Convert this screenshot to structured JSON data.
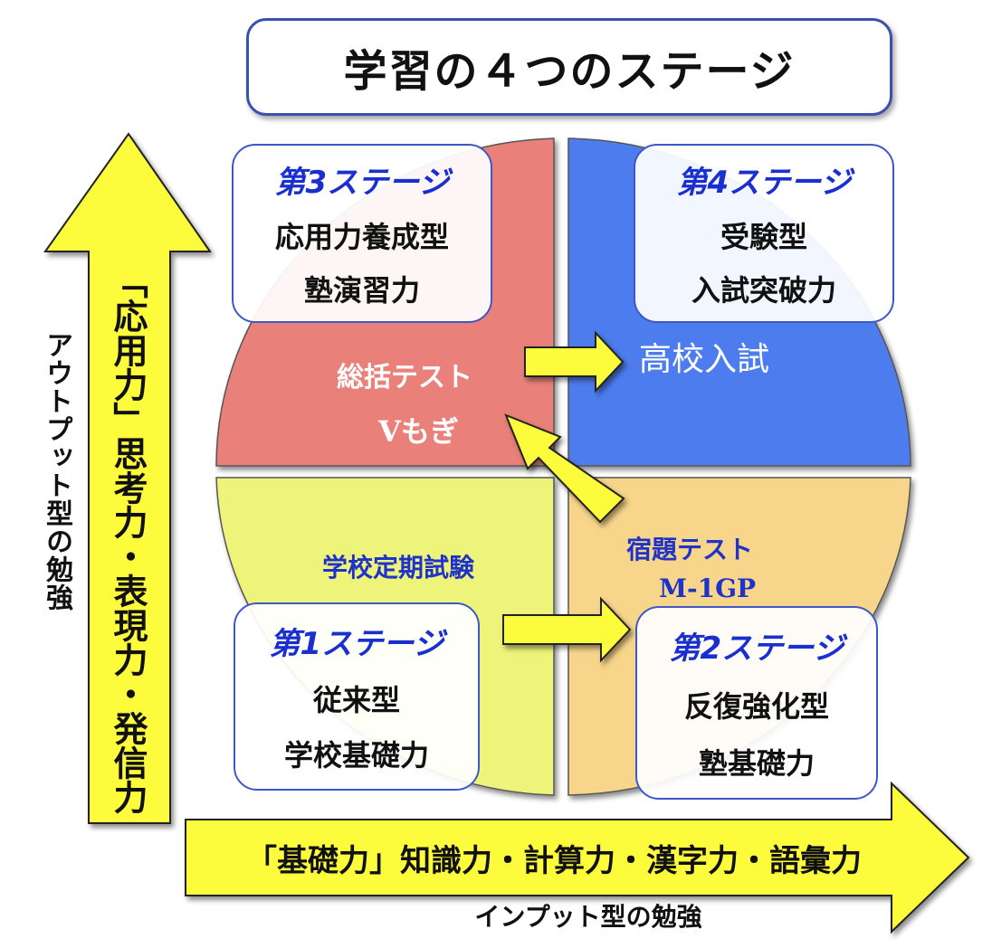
{
  "title": "学習の４つのステージ",
  "colors": {
    "q3_red": "#e9817a",
    "q4_blue": "#4e7bef",
    "q1_yellowgreen": "#eef47a",
    "q2_orange": "#f7d58a",
    "arrow_yellow": "#fcfc3c",
    "stage_title_blue": "#1a2fd0",
    "box_border": "#3e58c8"
  },
  "stages": {
    "stage3": {
      "title": "第3ステージ",
      "line1": "応用力養成型",
      "line2": "塾演習力"
    },
    "stage4": {
      "title": "第4ステージ",
      "line1": "受験型",
      "line2": "入試突破力"
    },
    "stage1": {
      "title": "第1ステージ",
      "line1": "従来型",
      "line2": "学校基礎力"
    },
    "stage2": {
      "title": "第2ステージ",
      "line1": "反復強化型",
      "line2": "塾基礎力"
    }
  },
  "labels": {
    "sogatsu_test": "総括テスト",
    "v_mogi": "Vもぎ",
    "koko_nyushi": "高校入試",
    "gakko_teiki": "学校定期試験",
    "shukudai_test": "宿題テスト",
    "m1gp": "M-1GP"
  },
  "axes": {
    "vertical_arrow_text": "「応用力」思考力・表現力・発信力",
    "vertical_label": "アウトプット型の勉強",
    "horizontal_arrow_text": "「基礎力」知識力・計算力・漢字力・語彙力",
    "horizontal_label": "インプット型の勉強"
  }
}
